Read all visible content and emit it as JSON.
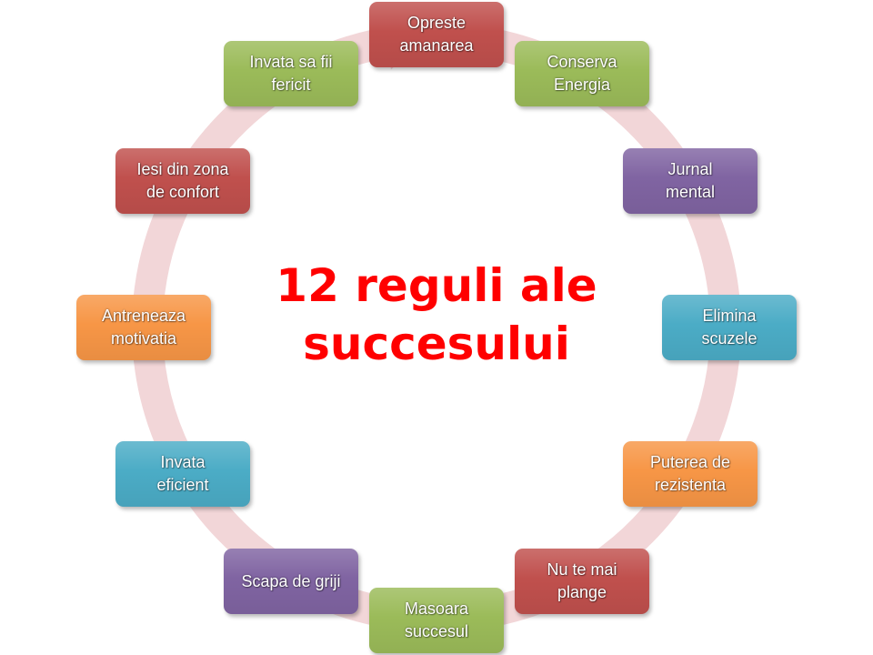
{
  "title": "12 reguli ale\nsuccesului",
  "colors": {
    "title": "#ff0000",
    "ring": "#f2d6d8",
    "red": "#c0504d",
    "green": "#9bbb59",
    "purple": "#8064a2",
    "teal": "#4bacc6",
    "orange": "#f79646"
  },
  "steps": [
    {
      "text": "Opreste\namanarea",
      "color": "#c0504d"
    },
    {
      "text": "Conserva\nEnergia",
      "color": "#9bbb59"
    },
    {
      "text": "Jurnal\nmental",
      "color": "#8064a2"
    },
    {
      "text": "Elimina\nscuzele",
      "color": "#4bacc6"
    },
    {
      "text": "Puterea de\nrezistenta",
      "color": "#f79646"
    },
    {
      "text": "Nu te mai\nplange",
      "color": "#c0504d"
    },
    {
      "text": "Masoara\nsuccesul",
      "color": "#9bbb59"
    },
    {
      "text": "Scapa de griji",
      "color": "#8064a2"
    },
    {
      "text": "Invata\neficient",
      "color": "#4bacc6"
    },
    {
      "text": "Antreneaza\nmotivatia",
      "color": "#f79646"
    },
    {
      "text": "Iesi din zona\nde confort",
      "color": "#c0504d"
    },
    {
      "text": "Invata sa fii\nfericit",
      "color": "#9bbb59"
    }
  ]
}
